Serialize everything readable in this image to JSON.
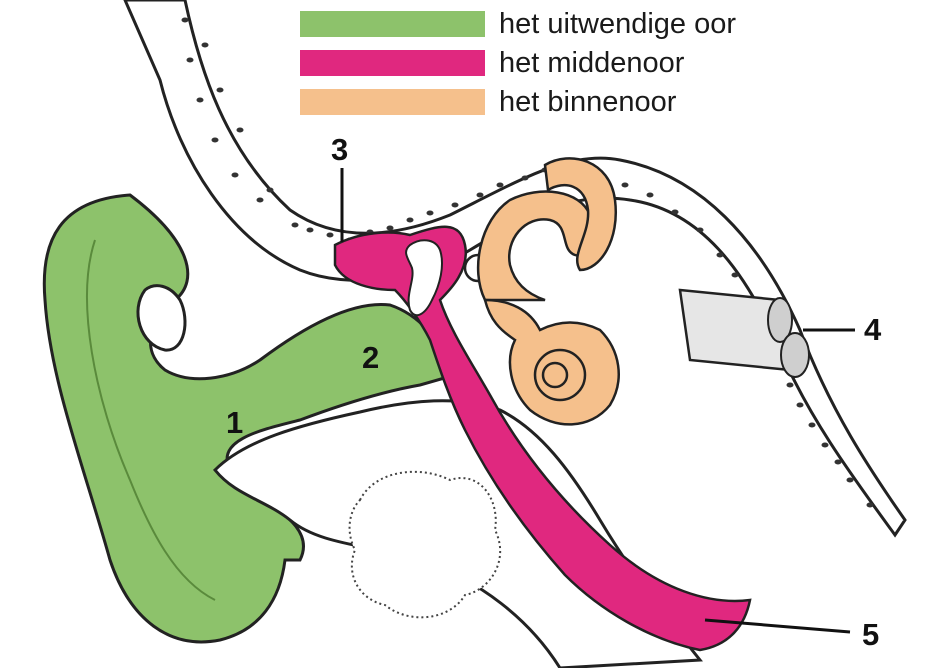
{
  "legend": [
    {
      "label": "het uitwendige oor",
      "color": "#8dc26b"
    },
    {
      "label": "het middenoor",
      "color": "#e0287f"
    },
    {
      "label": "het binnenoor",
      "color": "#f5c08c"
    }
  ],
  "labels": {
    "l1": "1",
    "l2": "2",
    "l3": "3",
    "l4": "4",
    "l5": "5"
  },
  "colors": {
    "outline": "#222222",
    "bone_dots": "#333333",
    "nerve": "#cfcfcf"
  }
}
